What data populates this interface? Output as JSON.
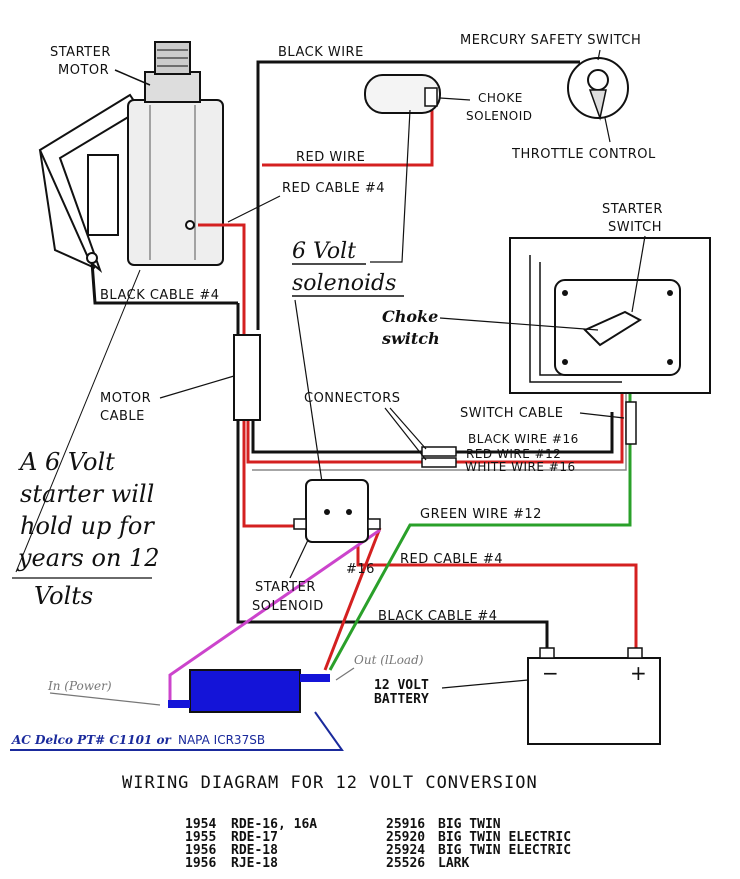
{
  "labels": {
    "starter_motor_l1": "STARTER",
    "starter_motor_l2": "MOTOR",
    "black_wire_top": "BLACK WIRE",
    "mercury_switch": "MERCURY SAFETY SWITCH",
    "choke_solenoid_l1": "CHOKE",
    "choke_solenoid_l2": "SOLENOID",
    "throttle_control": "THROTTLE CONTROL",
    "red_wire": "RED WIRE",
    "red_cable_4_top": "RED CABLE #4",
    "starter_switch_l1": "STARTER",
    "starter_switch_l2": "SWITCH",
    "six_volt_l1": "6 Volt",
    "six_volt_l2": "solenoids",
    "choke_switch_l1": "Choke",
    "choke_switch_l2": "switch",
    "black_cable_4_left": "BLACK CABLE #4",
    "motor_cable_l1": "MOTOR",
    "motor_cable_l2": "CABLE",
    "connectors": "CONNECTORS",
    "switch_cable": "SWITCH CABLE",
    "black_wire_16": "BLACK WIRE #16",
    "red_wire_12": "RED WIRE #12",
    "white_wire_16": "WHITE WIRE #16",
    "green_wire_12": "GREEN WIRE #12",
    "note_l1": "A 6 Volt",
    "note_l2": "starter will",
    "note_l3": "hold up for",
    "note_l4": "years on 12",
    "note_l5": "Volts",
    "starter_solenoid_l1": "STARTER",
    "starter_solenoid_l2": "SOLENOID",
    "hash16": "#16",
    "red_cable_4_bottom": "RED CABLE #4",
    "black_cable_4_bottom": "BLACK CABLE #4",
    "in_power": "In (Power)",
    "out_load": "Out (lLoad)",
    "battery_l1": "12 VOLT",
    "battery_l2": "BATTERY",
    "ac_delco": "AC Delco  PT# C1101 or",
    "napa": "NAPA ICR37SB",
    "minus": "−",
    "plus": "+"
  },
  "title": "WIRING DIAGRAM FOR 12 VOLT CONVERSION",
  "models": [
    {
      "year": "1954",
      "model": "RDE-16, 16A",
      "number": "25916",
      "name": "BIG TWIN"
    },
    {
      "year": "1955",
      "model": "RDE-17",
      "number": "25920",
      "name": "BIG TWIN ELECTRIC"
    },
    {
      "year": "1956",
      "model": "RDE-18",
      "number": "25924",
      "name": "BIG TWIN ELECTRIC"
    },
    {
      "year": "1956",
      "model": "RJE-18",
      "number": "25526",
      "name": "LARK"
    }
  ],
  "colors": {
    "red": "#d42020",
    "green": "#2aa02a",
    "black": "#111111",
    "magenta": "#cc44cc",
    "blue_part": "#1414d8"
  }
}
